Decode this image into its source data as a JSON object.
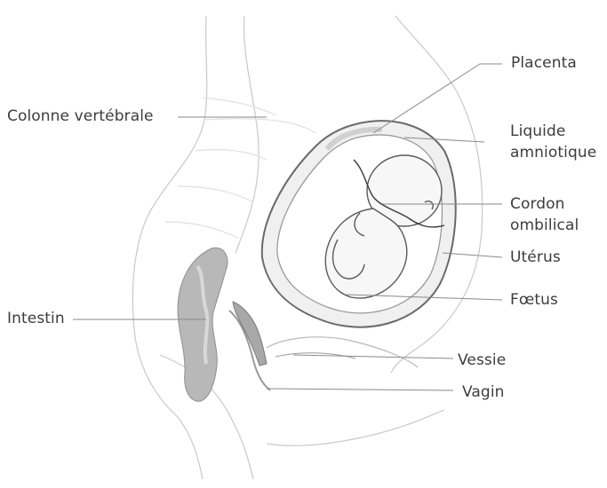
{
  "labels": {
    "placenta": "Placenta",
    "liquide_line1": "Liquide",
    "liquide_line2": "amniotique",
    "cordon_line1": "Cordon",
    "cordon_line2": "ombilical",
    "uterus": "Utérus",
    "foetus": "Fœtus",
    "vessie": "Vessie",
    "vagin": "Vagin",
    "colonne": "Colonne vertébrale",
    "intestin": "Intestin"
  },
  "colors": {
    "outline": "#c9c9c9",
    "outline_dark": "#6a6a6a",
    "fill_light": "#ececec",
    "fill_mid": "#d6d6d6",
    "fill_dark": "#a8a8a8",
    "leader": "#8a8a8a",
    "text": "#3c3c3c"
  }
}
